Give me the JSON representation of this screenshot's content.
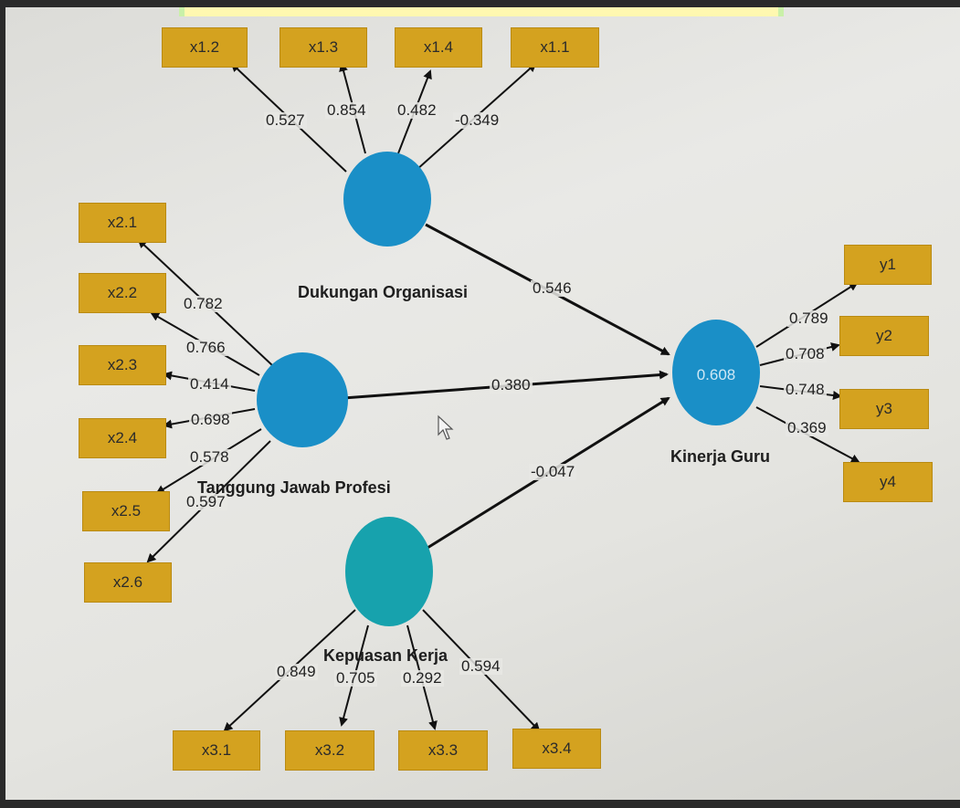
{
  "constructs": {
    "dukungan": {
      "name": "Dukungan Organisasi",
      "r2": "",
      "color": "#1a8fc7"
    },
    "tanggung": {
      "name": "Tanggung  Jawab Profesi",
      "r2": "",
      "color": "#1a8fc7"
    },
    "kepuasan": {
      "name": "Kepuasan Kerja",
      "r2": "",
      "color": "#17a2ad"
    },
    "kinerja": {
      "name": "Kinerja Guru",
      "r2": "0.608",
      "color": "#1a8fc7"
    }
  },
  "indicators": {
    "x1": [
      "x1.2",
      "x1.3",
      "x1.4",
      "x1.1"
    ],
    "x2": [
      "x2.1",
      "x2.2",
      "x2.3",
      "x2.4",
      "x2.5",
      "x2.6"
    ],
    "x3": [
      "x3.1",
      "x3.2",
      "x3.3",
      "x3.4"
    ],
    "y": [
      "y1",
      "y2",
      "y3",
      "y4"
    ]
  },
  "loadings": {
    "x1": [
      "0.527",
      "0.854",
      "0.482",
      "-0.349"
    ],
    "x2": [
      "0.782",
      "0.766",
      "0.414",
      "0.698",
      "0.578",
      "0.597"
    ],
    "x3": [
      "0.849",
      "0.705",
      "0.292",
      "0.594"
    ],
    "y": [
      "0.789",
      "0.708",
      "0.748",
      "0.369"
    ]
  },
  "paths": {
    "dukungan_kinerja": "0.546",
    "tanggung_kinerja": "0.380",
    "kepuasan_kinerja": "-0.047"
  },
  "colors": {
    "indicator_fill": "#d4a21f",
    "construct_blue": "#1a8fc7",
    "construct_teal": "#17a2ad",
    "arrow": "#111111"
  }
}
